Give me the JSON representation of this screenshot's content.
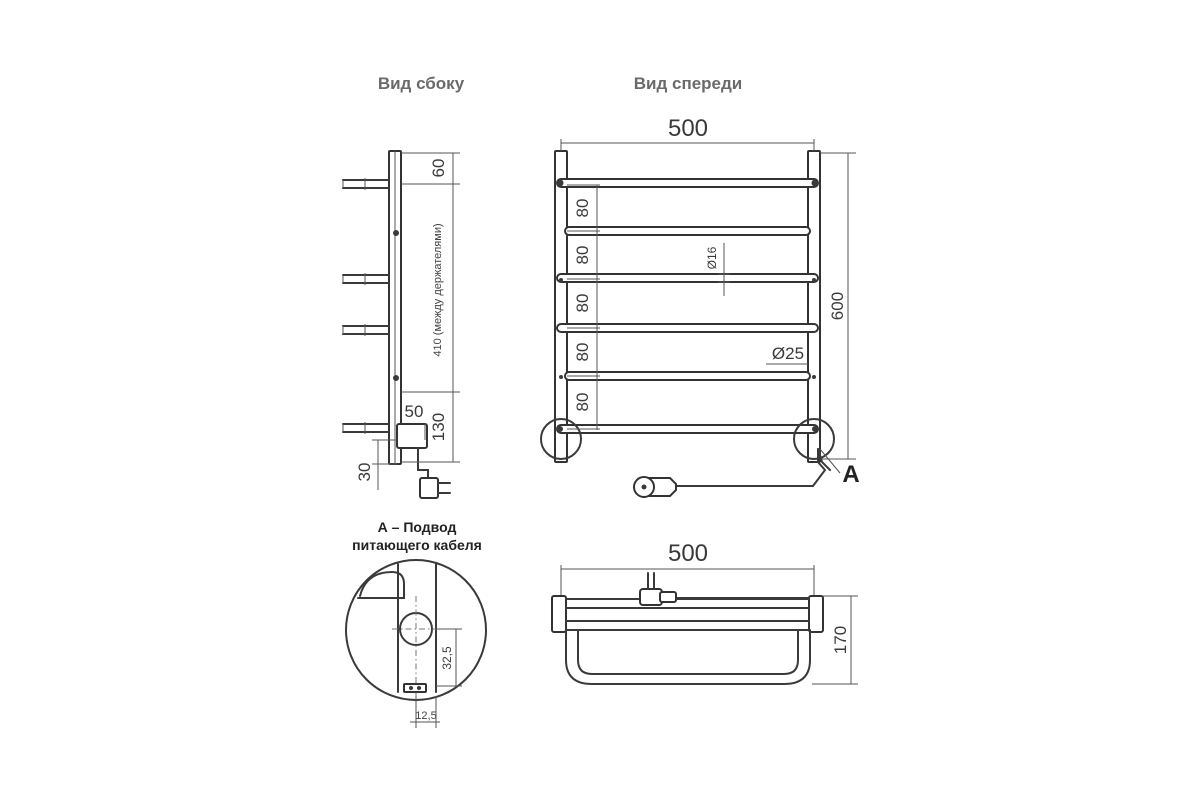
{
  "views": {
    "side_title": "Вид сбоку",
    "front_title": "Вид спереди"
  },
  "side_view": {
    "dim_top": "60",
    "dim_between_holders": "410 (между держателями)",
    "dim_50": "50",
    "dim_130": "130",
    "dim_30": "30"
  },
  "front_view": {
    "width": "500",
    "height": "600",
    "spacing": [
      "80",
      "80",
      "80",
      "80",
      "80"
    ],
    "rung_diameter": "Ø16",
    "post_diameter": "Ø25",
    "callout": "A"
  },
  "detail": {
    "caption_line1": "А – Подвод",
    "caption_line2": "питающего кабеля",
    "dim_32_5": "32,5",
    "dim_12_5": "12,5"
  },
  "top_view": {
    "width": "500",
    "depth": "170"
  }
}
